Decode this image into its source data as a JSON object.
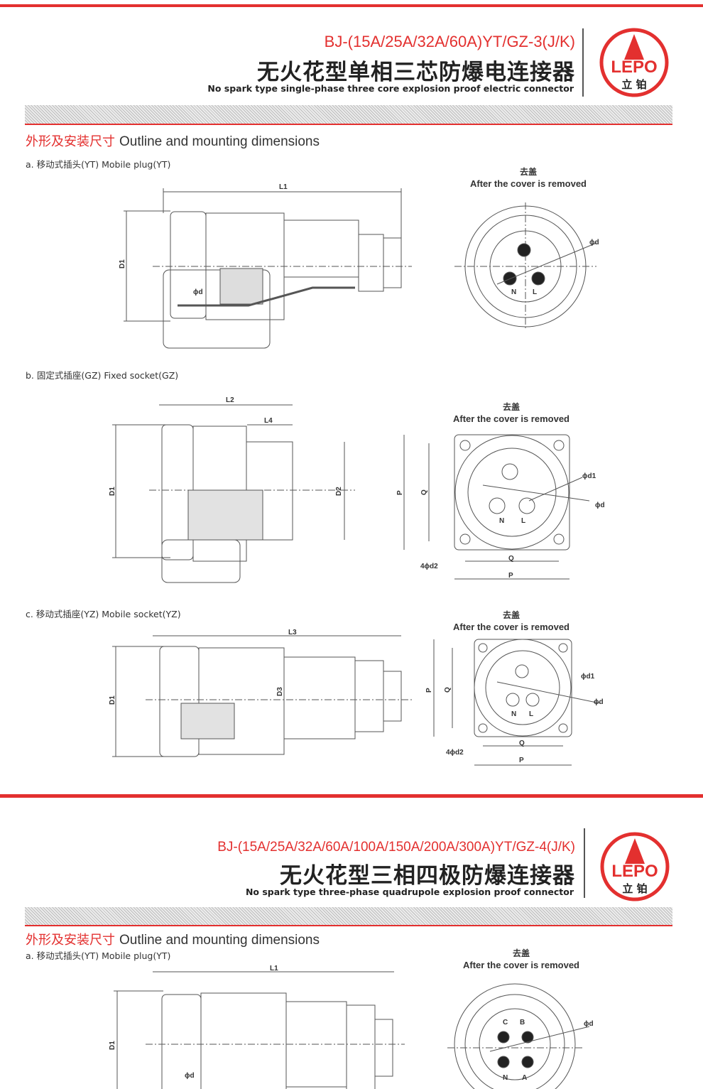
{
  "section1": {
    "model": "BJ-(15A/25A/32A/60A)YT/GZ-3(J/K)",
    "title_cn": "无火花型单相三芯防爆电连接器",
    "title_en": "No spark type single-phase three core explosion proof electric connector",
    "logo": {
      "brand": "LEPO",
      "cn": "立 铂"
    },
    "heading_cn": "外形及安装尺寸",
    "heading_en": "Outline and mounting dimensions",
    "items": [
      {
        "label": "a. 移动式插头(YT)  Mobile plug(YT)",
        "dims": [
          "L1",
          "D1",
          "ϕd"
        ],
        "cover_cn": "去盖",
        "cover_en": "After the cover is removed",
        "front": [
          "N",
          "L",
          "ϕd"
        ]
      },
      {
        "label": "b. 固定式插座(GZ)  Fixed socket(GZ)",
        "dims": [
          "L2",
          "L4",
          "D1",
          "D2"
        ],
        "cover_cn": "去盖",
        "cover_en": "After the cover is removed",
        "front": [
          "P",
          "Q",
          "ϕd1",
          "ϕd",
          "N",
          "L",
          "4ϕd2",
          "Q",
          "P"
        ]
      },
      {
        "label": "c. 移动式插座(YZ)  Mobile socket(YZ)",
        "dims": [
          "L3",
          "D1",
          "D3"
        ],
        "cover_cn": "去盖",
        "cover_en": "After the cover is removed",
        "front": [
          "P",
          "Q",
          "ϕd1",
          "ϕd",
          "N",
          "L",
          "4ϕd2",
          "Q",
          "P"
        ]
      }
    ]
  },
  "section2": {
    "model": "BJ-(15A/25A/32A/60A/100A/150A/200A/300A)YT/GZ-4(J/K)",
    "title_cn": "无火花型三相四极防爆连接器",
    "title_en": "No spark type three-phase quadrupole explosion proof connector",
    "logo": {
      "brand": "LEPO",
      "cn": "立 铂"
    },
    "heading_cn": "外形及安装尺寸",
    "heading_en": "Outline and mounting dimensions",
    "items": [
      {
        "label": "a. 移动式插头(YT)  Mobile plug(YT)",
        "dims": [
          "L1",
          "D1",
          "ϕd"
        ],
        "cover_cn": "去盖",
        "cover_en": "After the cover is removed",
        "front": [
          "C",
          "B",
          "N",
          "A",
          "ϕd"
        ]
      }
    ]
  },
  "colors": {
    "accent": "#e3302f",
    "text": "#222222"
  }
}
